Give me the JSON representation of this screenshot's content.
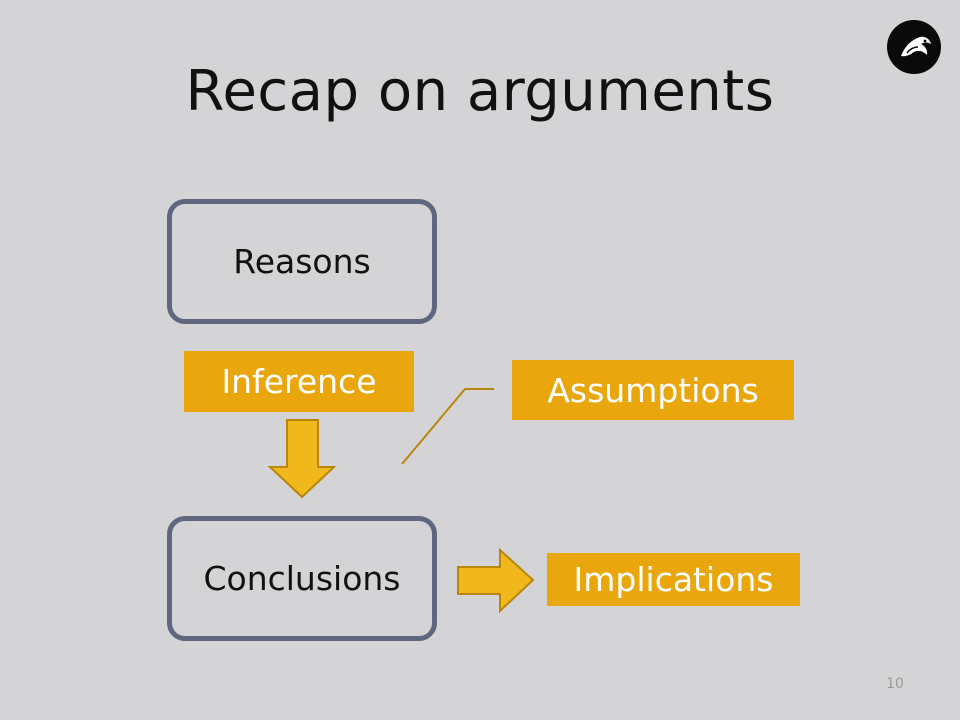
{
  "slide": {
    "title": "Recap on arguments",
    "page_number": "10"
  },
  "diagram": {
    "reasons_label": "Reasons",
    "inference_label": "Inference",
    "assumptions_label": "Assumptions",
    "conclusions_label": "Conclusions",
    "implications_label": "Implications"
  },
  "colors": {
    "background": "#d4d4d6",
    "box_border": "#5f6780",
    "accent": "#eaa70d",
    "arrow_fill": "#f0b81a",
    "arrow_stroke": "#b8860b"
  },
  "icons": {
    "logo": "bird-logo-icon"
  }
}
